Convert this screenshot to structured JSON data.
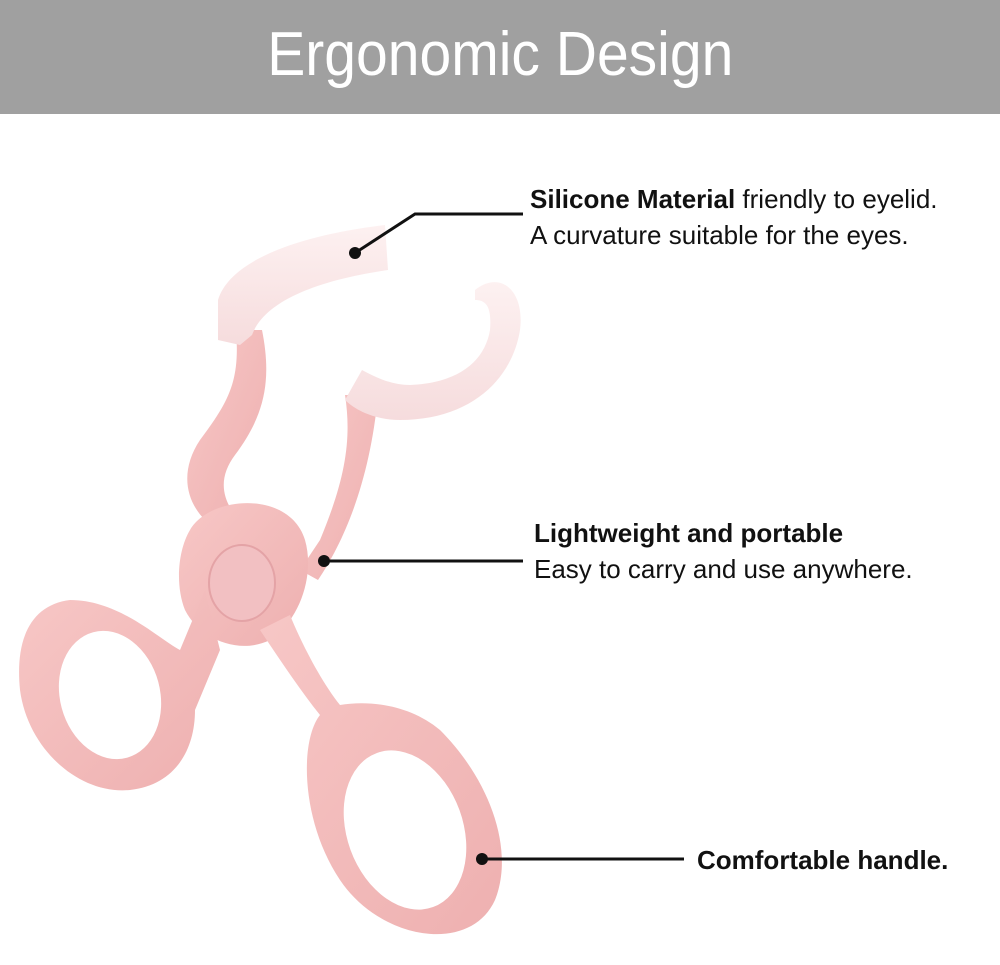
{
  "banner": {
    "title": "Ergonomic Design",
    "background": "#a0a0a0",
    "text_color": "#ffffff"
  },
  "product": {
    "name": "eyelash curler",
    "body_color": "#f2b9b9",
    "pad_color": "#fbe9ea"
  },
  "callouts": [
    {
      "bold": "Silicone Material",
      "line1_rest": " friendly to eyelid.",
      "line2": "A curvature suitable for the eyes."
    },
    {
      "line1": "Lightweight and portable",
      "line2": "Easy to carry and use anywhere."
    },
    {
      "line1": "Comfortable handle."
    }
  ]
}
